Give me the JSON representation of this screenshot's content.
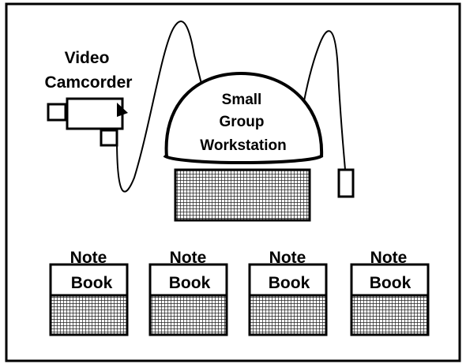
{
  "camcorder": {
    "label_line1": "Video",
    "label_line2": "Camcorder"
  },
  "workstation": {
    "label_line1": "Small",
    "label_line2": "Group",
    "label_line3": "Workstation"
  },
  "notebooks": [
    {
      "label_top": "Note",
      "label_bottom": "Book"
    },
    {
      "label_top": "Note",
      "label_bottom": "Book"
    },
    {
      "label_top": "Note",
      "label_bottom": "Book"
    },
    {
      "label_top": "Note",
      "label_bottom": "Book"
    }
  ],
  "colors": {
    "ink": "#000000",
    "paper": "#ffffff",
    "grid": "#222222"
  }
}
